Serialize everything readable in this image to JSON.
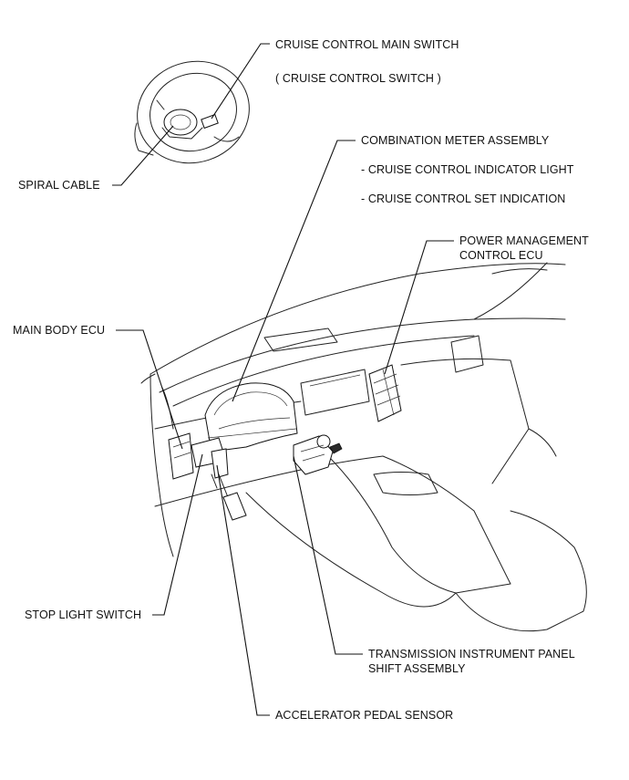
{
  "labels": {
    "cruise_main_switch": "CRUISE CONTROL MAIN SWITCH",
    "cruise_switch_paren": "( CRUISE CONTROL SWITCH )",
    "combination_meter": "COMBINATION METER ASSEMBLY",
    "cruise_indicator": "- CRUISE CONTROL INDICATOR LIGHT",
    "cruise_set_indication": "- CRUISE CONTROL SET INDICATION",
    "spiral_cable": "SPIRAL CABLE",
    "power_mgmt_line1": "POWER MANAGEMENT",
    "power_mgmt_line2": "CONTROL ECU",
    "main_body_ecu": "MAIN BODY ECU",
    "stop_light_switch": "STOP LIGHT SWITCH",
    "transmission_line1": "TRANSMISSION INSTRUMENT PANEL",
    "transmission_line2": "SHIFT ASSEMBLY",
    "accelerator_sensor": "ACCELERATOR PEDAL SENSOR"
  }
}
